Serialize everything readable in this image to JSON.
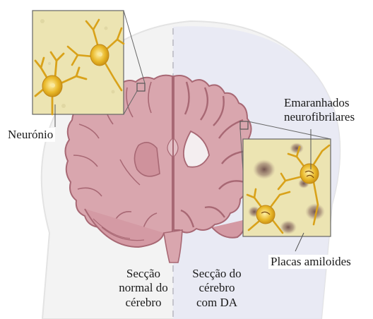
{
  "labels": {
    "neuron": "Neurónio",
    "tangles": [
      "Emaranhados",
      "neurofibrilares"
    ],
    "plaques": "Placas amiloides",
    "normal_section": [
      "Secção",
      "normal do",
      "cérebro"
    ],
    "ad_section": [
      "Secção do",
      "cérebro",
      "com DA"
    ]
  },
  "colors": {
    "brain_fill": "#d9a6ae",
    "brain_outline": "#a86874",
    "inset_bg": "#ece4b2",
    "neuron": "#e6b020",
    "plaque": "#7a5a55",
    "ad_tint": "#e8e9f4",
    "head": "#f2f2f2"
  }
}
